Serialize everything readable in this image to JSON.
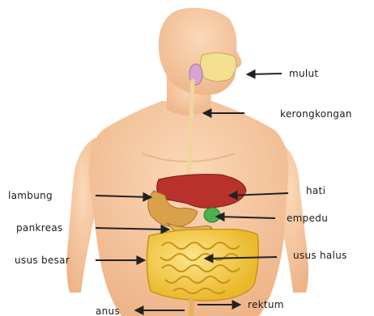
{
  "labels": {
    "mulut": "mulut",
    "kerongkongan": "kerongkongan",
    "hati": "hati",
    "lambung": "lambung",
    "empedu": "empedu",
    "pankreas": "pankreas",
    "usus_besar": "usus besar",
    "usus_halus": "usus halus",
    "rektum": "rektum",
    "anus": "anus"
  },
  "colors": {
    "skin": "#f6c9a0",
    "skin_shadow": "#e9ad80",
    "liver": "#b8322b",
    "stomach": "#d9a24a",
    "gallbladder": "#4caf50",
    "intestine": "#f3cc3a",
    "intestine_outline": "#c99416",
    "esophagus": "#f0d69a",
    "arrow": "#222222"
  }
}
